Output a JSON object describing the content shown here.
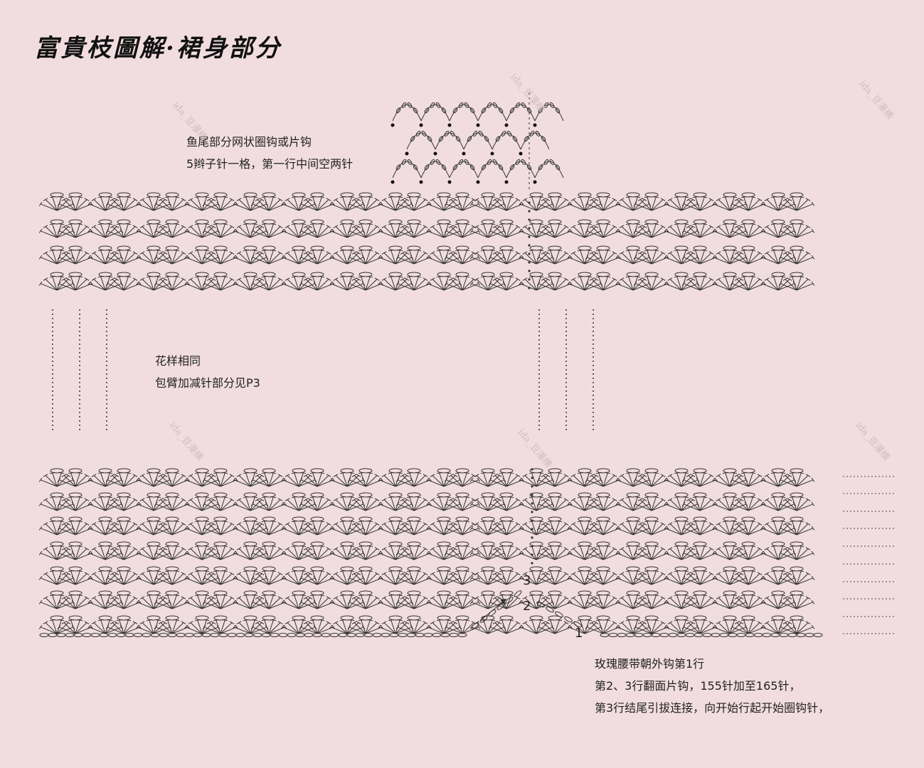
{
  "title": "富貴枝圖解·裙身部分",
  "notes": {
    "top": [
      "鱼尾部分网状圈钩或片钩",
      "5辫子针一格，第一行中间空两针"
    ],
    "middle": [
      "花样相同",
      "包臂加减针部分见P3"
    ],
    "bottom": [
      "玫瑰腰带朝外钩第1行",
      "第2、3行翻面片钩，155针加至165针，",
      "第3行结尾引拔连接，向开始行起开始圈钩针，"
    ]
  },
  "row_numbers": [
    "1",
    "2",
    "3"
  ],
  "watermark": "ida_豆漫横",
  "colors": {
    "background": "#f1dde0",
    "ink": "#222222",
    "title": "#111111"
  }
}
